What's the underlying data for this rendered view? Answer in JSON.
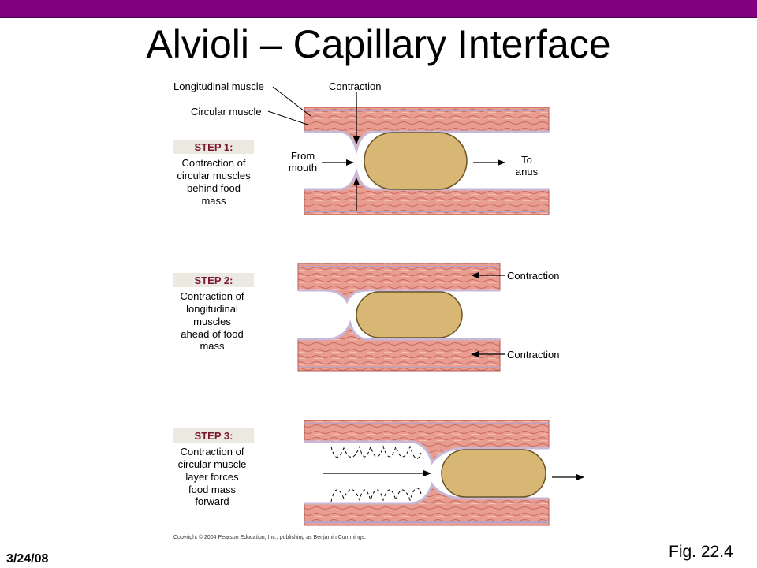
{
  "slide": {
    "title": "Alvioli – Capillary Interface",
    "date": "3/24/08",
    "fig_label": "Fig. 22.4",
    "copyright": "Copyright © 2004 Pearson Education, Inc., publishing as Benjamin Cummings.",
    "accent_color": "#800080"
  },
  "figure": {
    "labels": {
      "longitudinal_muscle": "Longitudinal muscle",
      "circular_muscle": "Circular muscle",
      "contraction_top": "Contraction",
      "from_mouth_1": "From",
      "from_mouth_2": "mouth",
      "to_anus_1": "To",
      "to_anus_2": "anus",
      "contraction_2a": "Contraction",
      "contraction_2b": "Contraction"
    },
    "steps": [
      {
        "heading": "STEP 1:",
        "lines": [
          "Contraction of",
          "circular muscles",
          "behind food",
          "mass"
        ]
      },
      {
        "heading": "STEP 2:",
        "lines": [
          "Contraction of",
          "longitudinal",
          "muscles",
          "ahead of food",
          "mass"
        ]
      },
      {
        "heading": "STEP 3:",
        "lines": [
          "Contraction of",
          "circular muscle",
          "layer forces",
          "food mass",
          "forward"
        ]
      }
    ],
    "colors": {
      "muscle": "#e79a8e",
      "muscle_light": "#f3c3b6",
      "lining": "#b9a9c9",
      "food": "#d8b673",
      "step_box": "#ece9e0",
      "step_heading": "#7a1630"
    }
  }
}
